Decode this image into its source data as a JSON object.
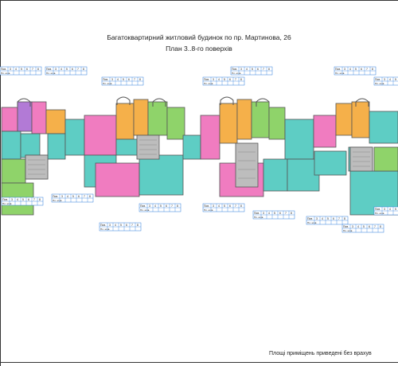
{
  "header": {
    "title": "Багатоквартирний житловий будинок по пр. Мартинова, 26",
    "subtitle": "План 3..8-го поверхів"
  },
  "footer": {
    "note": "Площі приміщень приведені без врахув"
  },
  "table_template": {
    "row1_label": "Пов.",
    "row2_label": "Пл. м.кв.",
    "floors": [
      "3",
      "4",
      "5",
      "6",
      "7",
      "8"
    ]
  },
  "colors": {
    "pink": "#f07cc0",
    "teal": "#5ecdc4",
    "orange": "#f5b04a",
    "green": "#8fd36a",
    "purple": "#b27ad6",
    "core": "#bdbdbd",
    "wall": "#555555"
  }
}
